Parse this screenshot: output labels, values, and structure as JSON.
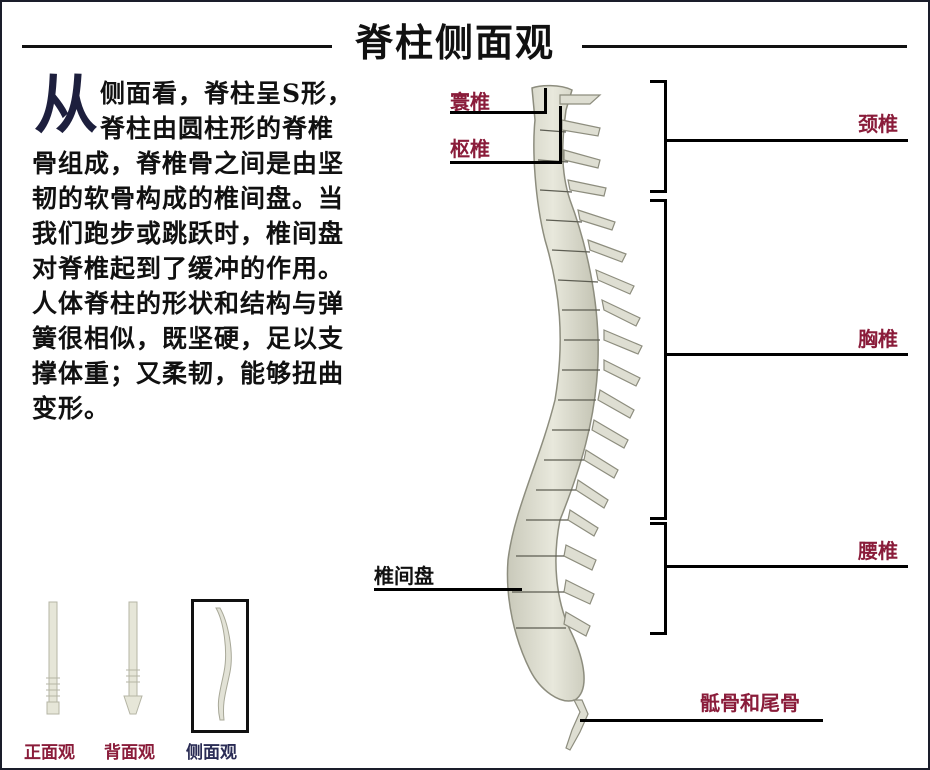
{
  "title": "脊柱侧面观",
  "intro": {
    "dropcap": "从",
    "lines": [
      "侧面看，脊柱呈S形，",
      "脊柱由圆柱形的脊椎",
      "骨组成，脊椎骨之间是由坚",
      "韧的软骨构成的椎间盘。当",
      "我们跑步或跳跃时，椎间盘",
      "对脊椎起到了缓冲的作用。",
      "人体脊柱的形状和结构与弹",
      "簧很相似，既坚硬，足以支",
      "撑体重；又柔韧，能够扭曲",
      "变形。"
    ]
  },
  "labels": {
    "atlas": "寰椎",
    "axis": "枢椎",
    "cervical": "颈椎",
    "thoracic": "胸椎",
    "lumbar": "腰椎",
    "disc": "椎间盘",
    "sacrum_coccyx": "骶骨和尾骨"
  },
  "thumbnails": [
    {
      "caption": "正面观",
      "color": "#8a1c3a",
      "selected": false
    },
    {
      "caption": "背面观",
      "color": "#8a1c3a",
      "selected": false
    },
    {
      "caption": "侧面观",
      "color": "#2a2c55",
      "selected": true
    }
  ],
  "colors": {
    "label_red": "#8a1c3a",
    "bone": "#dcdccf",
    "bone_shadow": "#a9a99a",
    "line": "#000000"
  }
}
